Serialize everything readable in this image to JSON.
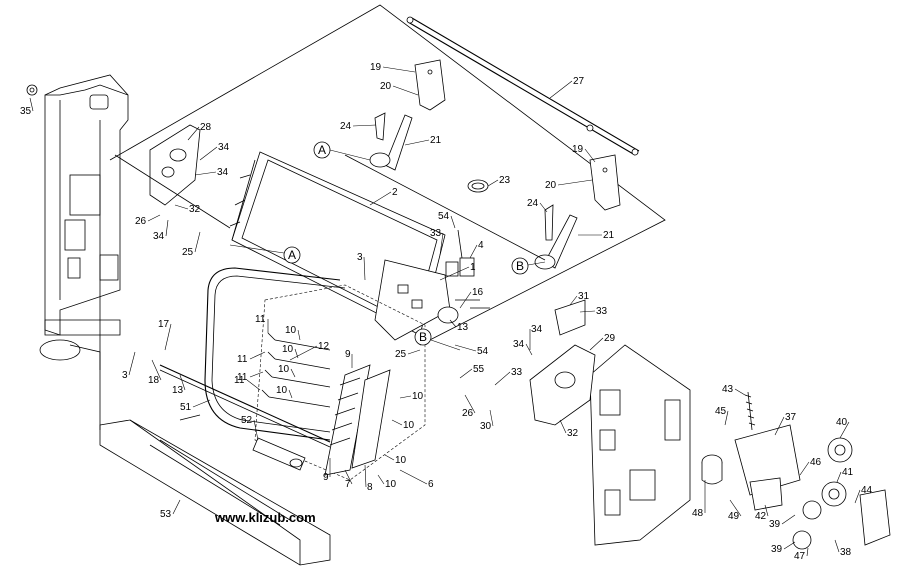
{
  "watermark": "www.klizub.com",
  "callouts": [
    "1",
    "2",
    "3",
    "3",
    "4",
    "6",
    "7",
    "8",
    "9",
    "9",
    "10",
    "10",
    "10",
    "10",
    "10",
    "10",
    "10",
    "10",
    "11",
    "11",
    "11",
    "11",
    "12",
    "13",
    "13",
    "16",
    "17",
    "18",
    "19",
    "19",
    "20",
    "20",
    "21",
    "21",
    "23",
    "24",
    "24",
    "25",
    "25",
    "26",
    "26",
    "27",
    "28",
    "29",
    "30",
    "31",
    "32",
    "32",
    "33",
    "33",
    "33",
    "34",
    "34",
    "34",
    "34",
    "34",
    "35",
    "37",
    "38",
    "39",
    "39",
    "40",
    "41",
    "42",
    "43",
    "44",
    "45",
    "46",
    "47",
    "48",
    "49",
    "51",
    "52",
    "53",
    "54",
    "54",
    "55"
  ],
  "circle_refs": [
    "A",
    "A",
    "B",
    "B"
  ]
}
